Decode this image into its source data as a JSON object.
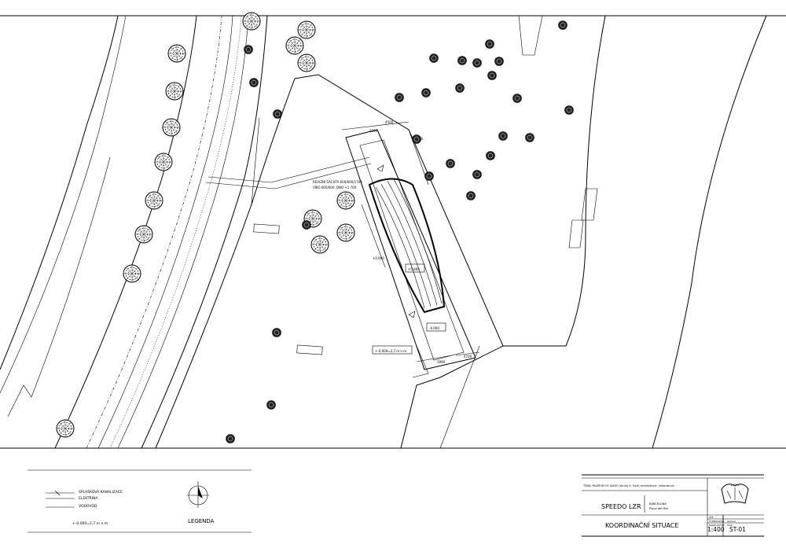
{
  "sheet": {
    "plan_labels": {
      "shaft_note_line1": "REVIZNÍ ŠACHTA 600/600/1700",
      "shaft_note_line2": "VÍKO 600/600, DNO +1.700",
      "dim_top": "4500",
      "dim_right": "6700",
      "dim_side": "1200",
      "dim_bottom_left": "3990",
      "dim_bottom_right": "6700",
      "level_1": "+0.900",
      "level_2": "+5.800",
      "level_3": "-6.000",
      "ground_level": "+-0,000=2,7 m n.m."
    },
    "legend": {
      "items": [
        "SPLAŠKOVÁ KANALIZACE",
        "ELEKTŘINA",
        "VODOVOD"
      ],
      "datum": "+-0,000=2,7 m n.m.",
      "title": "LEGENDA"
    },
    "title_block": {
      "header": "TÉMA: MUZEUM OF AUDIO (Anna) A. Trefil, architektura, urbanismus",
      "project": "SPEEDO LZR",
      "location_line1": "BARCELONA",
      "location_line2": "Plaça del Mar",
      "drawing": "KOORDINAČNÍ SITUACE",
      "scale": "1:400",
      "sheet_no": "ST-01",
      "meta_labels": [
        "ATE",
        "VYPRACOVAL",
        "KONZULTANT"
      ],
      "meta_values": [
        "",
        "Gutová",
        "Zajíc"
      ]
    },
    "colors": {
      "line": "#000000",
      "paper": "#ffffff"
    }
  }
}
